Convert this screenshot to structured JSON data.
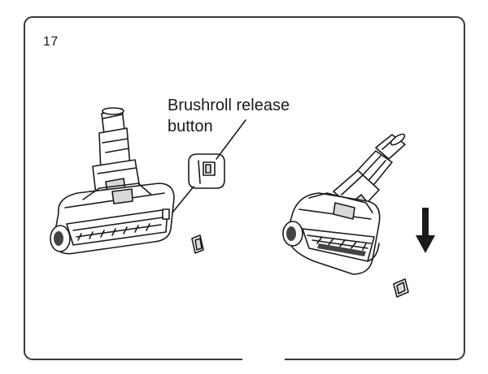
{
  "step": {
    "number": "17"
  },
  "callout": {
    "line1": "Brushroll release",
    "line2": "button"
  },
  "colors": {
    "ink": "#1a1a1a",
    "frame": "#3a3a3a",
    "shade": "#d9d9d9",
    "dark_fill": "#444444"
  },
  "icons": {
    "direction": "arrow-down-icon"
  }
}
